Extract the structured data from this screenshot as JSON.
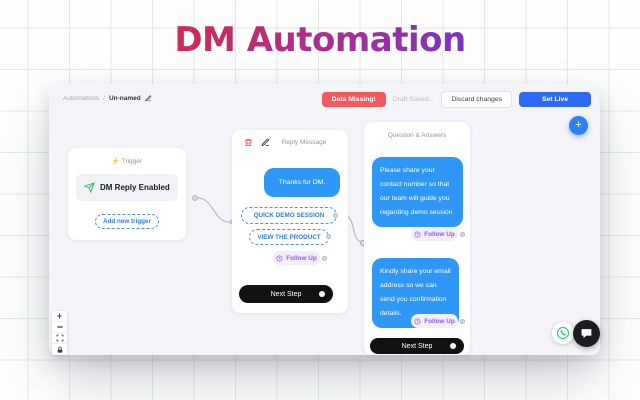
{
  "title": "DM Automation",
  "topbar": {
    "breadcrumb_section": "Automations",
    "breadcrumb_sep": "/",
    "breadcrumb_name": "Un-named",
    "status_badge": "Data Missing!",
    "draft_status": "Draft Saved...",
    "discard_label": "Discard changes",
    "set_live_label": "Set Live"
  },
  "canvas": {
    "trigger_node": {
      "header": "Trigger",
      "trigger_label": "DM Reply Enabled",
      "add_trigger_label": "Add new trigger"
    },
    "reply_node": {
      "header": "Reply Message",
      "message": "Thanks for DM.",
      "buttons": [
        "QUICK DEMO SESSION",
        "VIEW THE PRODUCT"
      ],
      "follow_up_label": "Follow Up",
      "next_step_label": "Next Step"
    },
    "qa_node": {
      "header": "Question & Answers",
      "messages": [
        {
          "text": "Please share your contact number so that our team will guide you regarding demo session",
          "follow_up_label": "Follow Up"
        },
        {
          "text": "Kindly share your email address so we can send you confirmation details.",
          "follow_up_label": "Follow Up"
        }
      ],
      "next_step_label": "Next Step"
    }
  },
  "fab_plus_label": "+",
  "icons": {
    "bolt": "lightning-zap",
    "send": "paper-plane",
    "trash": "trash-can",
    "pencil": "edit-pencil",
    "clock": "clock-follow-up",
    "zoom_in": "plus",
    "zoom_out": "minus",
    "fit_view": "corner-brackets",
    "lock": "padlock",
    "whatsapp": "whatsapp-phone",
    "chat": "chat-bubble"
  },
  "colors": {
    "accent_blue": "#2e6bf0",
    "bubble_blue": "#2f97f5",
    "danger_red": "#f4595e",
    "purple": "#8b5cf6",
    "green": "#22c55e",
    "dark": "#111114",
    "title_gradient_start": "#e41d35",
    "title_gradient_end": "#5b35e2"
  }
}
